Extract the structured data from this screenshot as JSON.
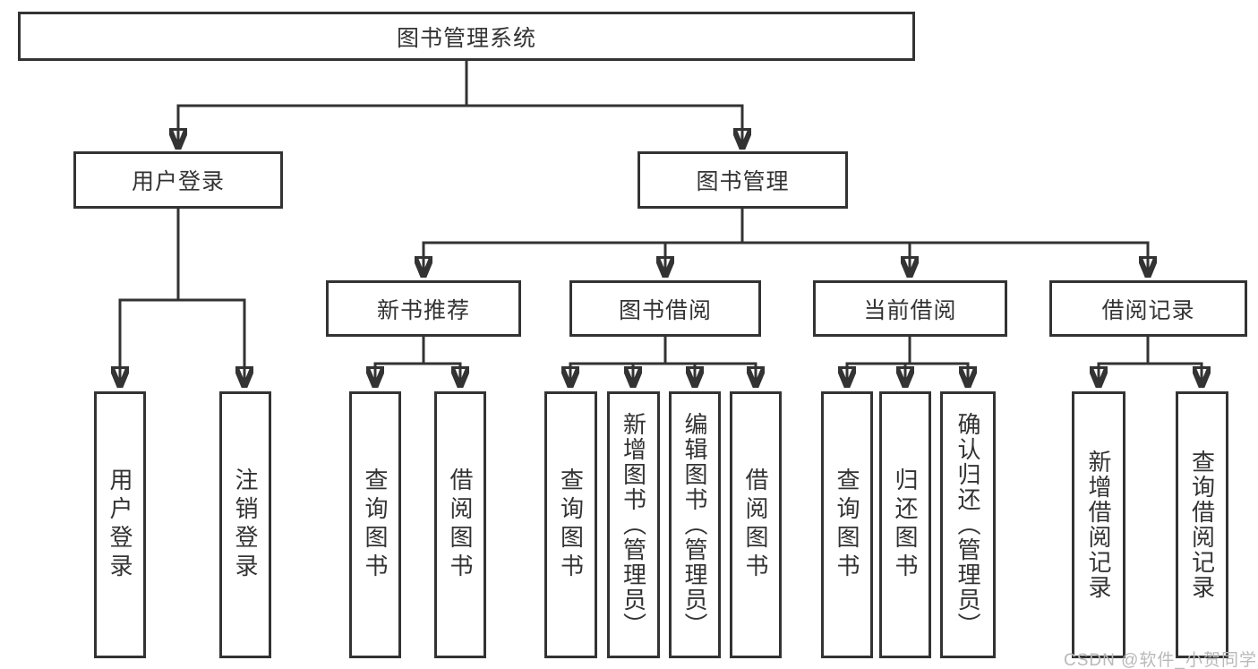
{
  "tree": {
    "root": {
      "label": "图书管理系统",
      "children": [
        {
          "label": "用户登录",
          "children": [
            {
              "label": "用户登录"
            },
            {
              "label": "注销登录"
            }
          ]
        },
        {
          "label": "图书管理",
          "children": [
            {
              "label": "新书推荐",
              "children": [
                {
                  "label": "查询图书"
                },
                {
                  "label": "借阅图书"
                }
              ]
            },
            {
              "label": "图书借阅",
              "children": [
                {
                  "label": "查询图书"
                },
                {
                  "label": "新增图书（管理员）"
                },
                {
                  "label": "编辑图书（管理员）"
                },
                {
                  "label": "借阅图书"
                }
              ]
            },
            {
              "label": "当前借阅",
              "children": [
                {
                  "label": "查询图书"
                },
                {
                  "label": "归还图书"
                },
                {
                  "label": "确认归还（管理员）"
                }
              ]
            },
            {
              "label": "借阅记录",
              "children": [
                {
                  "label": "新增借阅记录"
                },
                {
                  "label": "查询借阅记录"
                }
              ]
            }
          ]
        }
      ]
    }
  },
  "watermark": {
    "text": "CSDN @软件_小贺同学",
    "color": "#b9b9b9"
  },
  "colors": {
    "line": "#333333",
    "box_border": "#333333",
    "text": "#333333",
    "background": "#ffffff"
  }
}
